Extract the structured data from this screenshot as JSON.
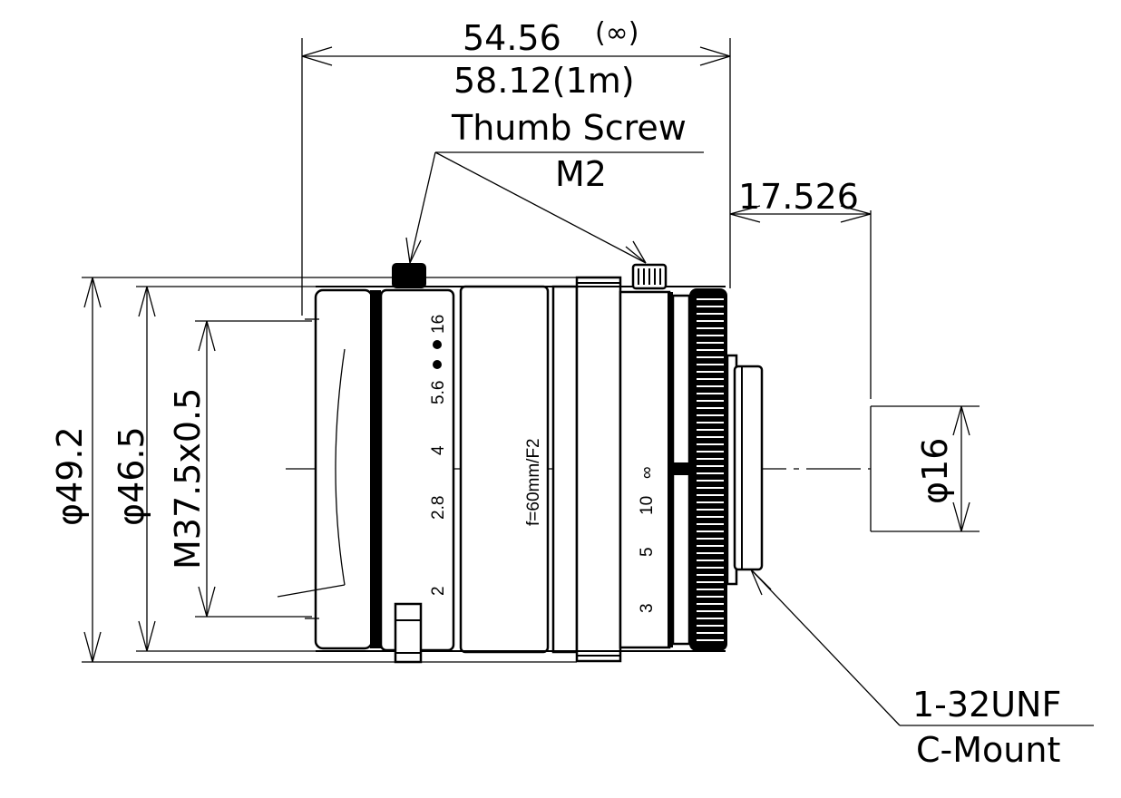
{
  "dimensions": {
    "overall_length_inf": "54.56",
    "overall_length_inf_note": "(∞)",
    "overall_length_1m": "58.12(1m)",
    "flange_back": "17.526",
    "diam_outer": "φ49.2",
    "diam_body": "φ46.5",
    "filter_thread": "M37.5x0.5",
    "mount_diam": "φ16"
  },
  "callouts": {
    "thumb_screw_line1": "Thumb Screw",
    "thumb_screw_line2": "M2",
    "mount_line1": "1-32UNF",
    "mount_line2": "C-Mount"
  },
  "iris_scale": [
    "2",
    "2.8",
    "4",
    "5.6",
    "16"
  ],
  "focus_scale": [
    "3",
    "5",
    "10",
    "∞"
  ],
  "lens_marking": "f=60mm/F2"
}
